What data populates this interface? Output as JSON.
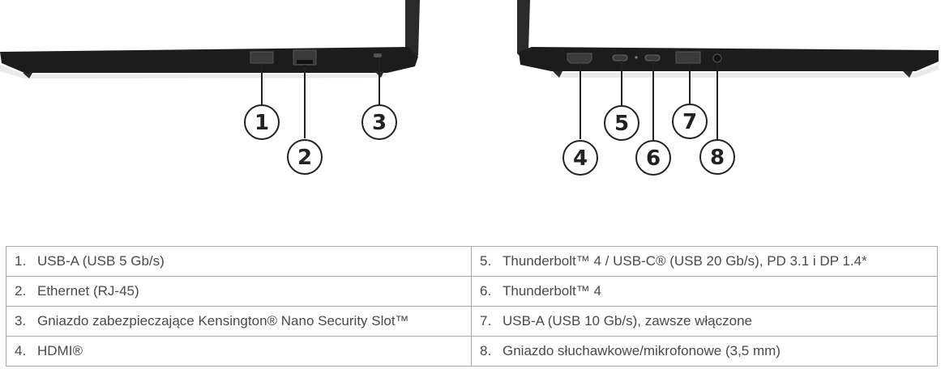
{
  "callouts": [
    "1",
    "2",
    "3",
    "4",
    "5",
    "6",
    "7",
    "8"
  ],
  "ports_table": {
    "left": [
      {
        "num": "1.",
        "label": "USB-A (USB 5 Gb/s)"
      },
      {
        "num": "2.",
        "label": "Ethernet (RJ-45)"
      },
      {
        "num": "3.",
        "label": "Gniazdo zabezpieczające Kensington® Nano Security Slot™"
      },
      {
        "num": "4.",
        "label": "HDMI®"
      }
    ],
    "right": [
      {
        "num": "5.",
        "label": "Thunderbolt™ 4 / USB-C® (USB 20 Gb/s), PD 3.1 i DP 1.4*"
      },
      {
        "num": "6.",
        "label": "Thunderbolt™ 4"
      },
      {
        "num": "7.",
        "label": "USB-A (USB 10 Gb/s), zawsze włączone"
      },
      {
        "num": "8.",
        "label": "Gniazdo słuchawkowe/mikrofonowe (3,5 mm)"
      }
    ]
  }
}
